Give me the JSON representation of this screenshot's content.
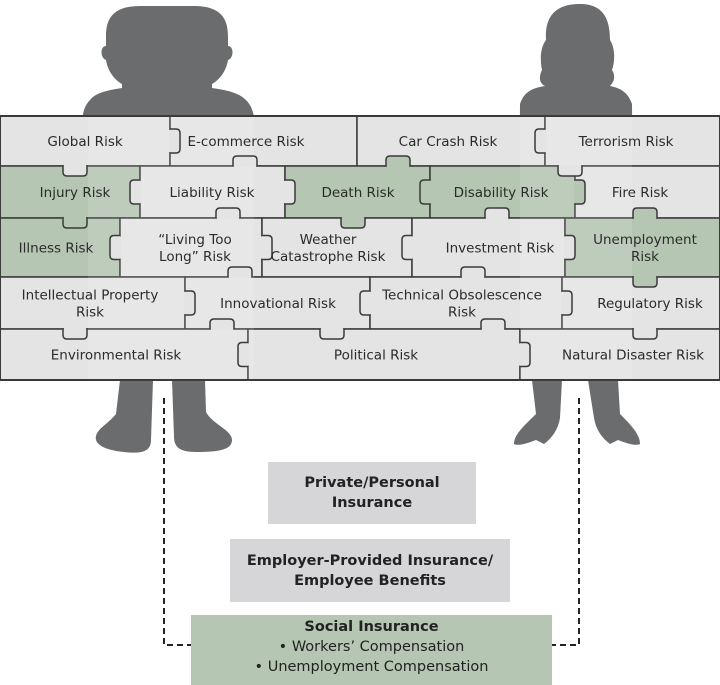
{
  "colors": {
    "gray_piece": "#e4e4e4",
    "green_piece": "#b5c6b2",
    "outline": "#3a3a3a",
    "silhouette": "#6b6c6e",
    "insurance_gray": "#d6d6d8",
    "insurance_green": "#b5c6b2",
    "background": "#ffffff"
  },
  "figures": [
    {
      "name": "man-silhouette",
      "icon": "man-silhouette-icon"
    },
    {
      "name": "woman-silhouette",
      "icon": "woman-silhouette-icon"
    }
  ],
  "puzzle": {
    "rows": [
      [
        {
          "label": [
            "Global Risk"
          ],
          "color": "gray"
        },
        {
          "label": [
            "E-commerce Risk"
          ],
          "color": "gray"
        },
        {
          "label": [
            "Car Crash Risk"
          ],
          "color": "gray"
        },
        {
          "label": [
            "Terrorism Risk"
          ],
          "color": "gray"
        }
      ],
      [
        {
          "label": [
            "Injury Risk"
          ],
          "color": "green"
        },
        {
          "label": [
            "Liability Risk"
          ],
          "color": "gray"
        },
        {
          "label": [
            "Death Risk"
          ],
          "color": "green"
        },
        {
          "label": [
            "Disability Risk"
          ],
          "color": "green"
        },
        {
          "label": [
            "Fire Risk"
          ],
          "color": "gray"
        }
      ],
      [
        {
          "label": [
            "Illness Risk"
          ],
          "color": "green"
        },
        {
          "label": [
            "“Living Too",
            "Long” Risk"
          ],
          "color": "gray"
        },
        {
          "label": [
            "Weather",
            "Catastrophe Risk"
          ],
          "color": "gray"
        },
        {
          "label": [
            "Investment Risk"
          ],
          "color": "gray"
        },
        {
          "label": [
            "Unemployment",
            "Risk"
          ],
          "color": "green"
        }
      ],
      [
        {
          "label": [
            "Intellectual Property",
            "Risk"
          ],
          "color": "gray"
        },
        {
          "label": [
            "Innovational Risk"
          ],
          "color": "gray"
        },
        {
          "label": [
            "Technical Obsolescence",
            "Risk"
          ],
          "color": "gray"
        },
        {
          "label": [
            "Regulatory Risk"
          ],
          "color": "gray"
        }
      ],
      [
        {
          "label": [
            "Environmental Risk"
          ],
          "color": "gray"
        },
        {
          "label": [
            "Political Risk"
          ],
          "color": "gray"
        },
        {
          "label": [
            "Natural Disaster Risk"
          ],
          "color": "gray"
        }
      ]
    ]
  },
  "insurance": {
    "private": {
      "title_1": "Private/Personal",
      "title_2": "Insurance"
    },
    "employer": {
      "title_1": "Employer-Provided Insurance/",
      "title_2": "Employee Benefits"
    },
    "social": {
      "title": "Social Insurance",
      "items": [
        "• Workers’ Compensation",
        "• Unemployment Compensation"
      ]
    }
  }
}
